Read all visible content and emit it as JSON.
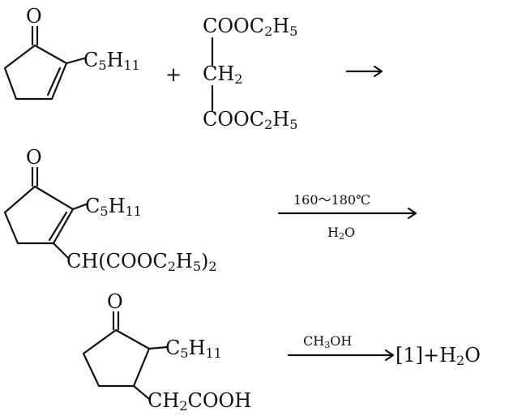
{
  "reaction_1": {
    "reactant_a": {
      "carbonyl_oxygen": "O",
      "substituent_main": "C",
      "substituent_sub": "5",
      "substituent_main2": "H",
      "substituent_sub2": "11"
    },
    "plus": "+",
    "reactant_b": {
      "top_group": "COOC",
      "top_sub": "2",
      "top_tail": "H",
      "top_tail_sub": "5",
      "middle_group": "CH",
      "middle_sub": "2",
      "bottom_group": "COOC",
      "bottom_sub": "2",
      "bottom_tail": "H",
      "bottom_tail_sub": "5"
    },
    "arrow": "⟶"
  },
  "reaction_2": {
    "intermediate": {
      "carbonyl_oxygen": "O",
      "substituent_main": "C",
      "substituent_sub": "5",
      "substituent_main2": "H",
      "substituent_sub2": "11",
      "malonate_group": "CH(COOC",
      "malonate_sub": "2",
      "malonate_tail": "H",
      "malonate_tail_sub": "5",
      "malonate_close": ")",
      "malonate_close_sub": "2"
    },
    "condition_above": "160～180℃",
    "condition_below_main": "H",
    "condition_below_sub": "2",
    "condition_below_tail": "O"
  },
  "reaction_3": {
    "acid": {
      "carbonyl_oxygen": "O",
      "substituent_main": "C",
      "substituent_sub": "5",
      "substituent_main2": "H",
      "substituent_sub2": "11",
      "acid_group": "CH",
      "acid_sub": "2",
      "acid_tail": "COOH"
    },
    "reagent_main": "CH",
    "reagent_sub": "3",
    "reagent_tail": "OH",
    "product": "[1]+H",
    "product_sub": "2",
    "product_tail": "O"
  }
}
